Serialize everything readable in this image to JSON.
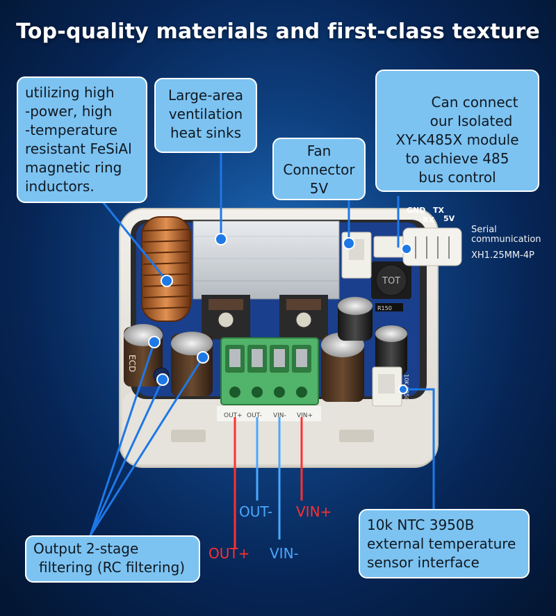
{
  "headline": "Top-quality materials and first-class texture",
  "callouts": {
    "inductor": [
      "utilizing high",
      "-power, high",
      "-temperature",
      "resistant FeSiAl",
      "magnetic ring",
      "inductors."
    ],
    "heatsink": [
      "Large-area",
      "ventilation",
      "heat sinks"
    ],
    "fan": [
      "Fan",
      "Connector",
      "5V"
    ],
    "module": [
      "Can  connect",
      "our Isolated",
      "XY-K485X module",
      "to achieve 485",
      "bus control"
    ],
    "filter": [
      "Output 2-stage",
      "filtering (RC filtering)"
    ],
    "ntc": [
      "10k NTC 3950B",
      "external temperature",
      "sensor interface"
    ]
  },
  "serial": {
    "pins": [
      "GND",
      "TX",
      "RX",
      "5V"
    ],
    "label_line1": "Serial",
    "label_line2": "communication",
    "connector": "XH1.25MM-4P"
  },
  "terminals": {
    "out_minus": "OUT-",
    "vin_plus": "VIN+",
    "out_plus": "OUT+",
    "vin_minus": "VIN-"
  },
  "board_markings": {
    "inductor_code": "TOT",
    "resistor_code": "R150",
    "cap_brand": "ECD",
    "ntc_marking": "10K 3950",
    "term_labels": [
      "OUT+",
      "OUT-",
      "VIN-",
      "VIN+"
    ]
  },
  "colors": {
    "callout_fill": "#7cc3f2",
    "pointer_line": "#1e78e6",
    "positive_wire": "#ff3030",
    "negative_wire": "#4aa8ff",
    "terminal_block": "#52b36a",
    "inductor_copper": "#c07030"
  }
}
